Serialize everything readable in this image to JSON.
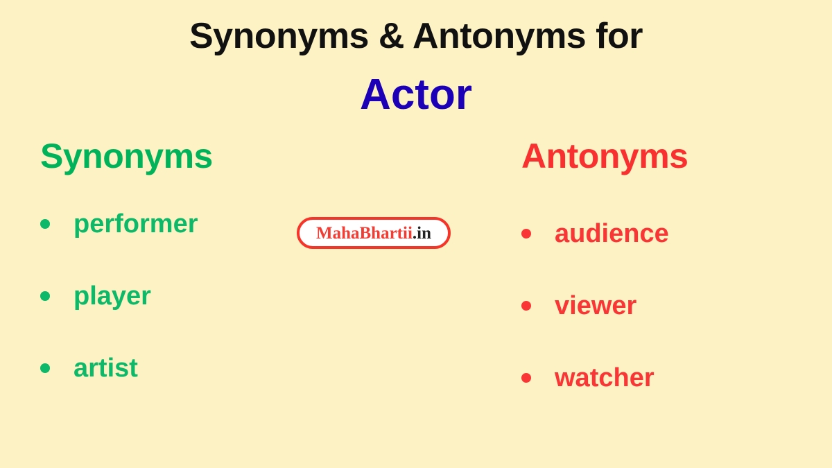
{
  "background_color": "#fdf2c4",
  "header": {
    "title_line": "Synonyms & Antonyms for",
    "word": "Actor",
    "title_color": "#111111",
    "word_color": "#1c00b8"
  },
  "synonyms": {
    "heading": "Synonyms",
    "heading_color": "#00b35b",
    "item_color": "#0db868",
    "bullet_color": "#0db868",
    "items": [
      {
        "label": "performer"
      },
      {
        "label": "player"
      },
      {
        "label": "artist"
      }
    ]
  },
  "antonyms": {
    "heading": "Antonyms",
    "heading_color": "#f93030",
    "item_color": "#f93535",
    "bullet_color": "#f93535",
    "items": [
      {
        "label": "audience"
      },
      {
        "label": "viewer"
      },
      {
        "label": "watcher"
      }
    ]
  },
  "watermark": {
    "brand": "MahaBhartii",
    "tld": ".in",
    "brand_color": "#f23d34",
    "tld_color": "#232323",
    "border_color": "#f5342a",
    "background_color": "#ffffff"
  }
}
